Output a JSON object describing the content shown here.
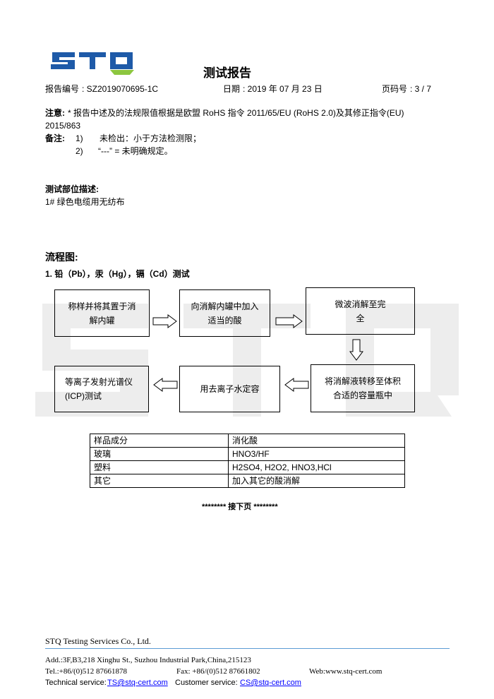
{
  "header": {
    "logo": "STQ",
    "title": "测试报告",
    "report_no_label": "报告编号",
    "report_no": "SZ2019070695-1C",
    "date_label": "日期",
    "date": "2019 年 07 月 23 日",
    "page_label": "页码号",
    "page": "3 / 7"
  },
  "notes": {
    "note_label": "注意:",
    "note_text": "* 报告中述及的法规限值根据是欧盟 RoHS 指令 2011/65/EU (RoHS 2.0)及其修正指令(EU)",
    "note_text2": "2015/863",
    "remark_label": "备注:",
    "remark1_no": "1)",
    "remark1": "未检出：小于方法检测限；",
    "remark2_no": "2)",
    "remark2": "“---” = 未明确规定。"
  },
  "section": {
    "desc_title": "测试部位描述:",
    "desc_item": "1#  绿色电缆用无纺布",
    "flow_title": "流程图:",
    "flow_sub": "1.  铅（Pb），汞（Hg），镉（Cd）测试"
  },
  "flow": [
    "称样并将其置于消解内罐",
    "向消解内罐中加入适当的酸",
    "微波消解至完全",
    "将消解液转移至体积合适的容量瓶中",
    "用去离子水定容",
    "等离子发射光谱仪(ICP)测试"
  ],
  "table": {
    "headers": [
      "样品成分",
      "消化酸"
    ],
    "rows": [
      [
        "玻璃",
        "HNO3/HF"
      ],
      [
        "塑料",
        "H2SO4, H2O2, HNO3,HCl"
      ],
      [
        "其它",
        "加入其它的酸消解"
      ]
    ]
  },
  "next_page": "********  接下页  ********",
  "footer": {
    "company": "STQ Testing Services Co., Ltd.",
    "address": "Add.:3F,B3,218 Xinghu St., Suzhou Industrial Park,China,215123",
    "tel": "Tel.:+86/(0)512 87661878",
    "fax": "Fax: +86/(0)512 87661802",
    "web": "Web:www.stq-cert.com",
    "tech_label": "Technical service:",
    "tech_email": "TS@stq-cert.com",
    "cust_label": "Customer service:",
    "cust_email": "CS@stq-cert.com"
  }
}
